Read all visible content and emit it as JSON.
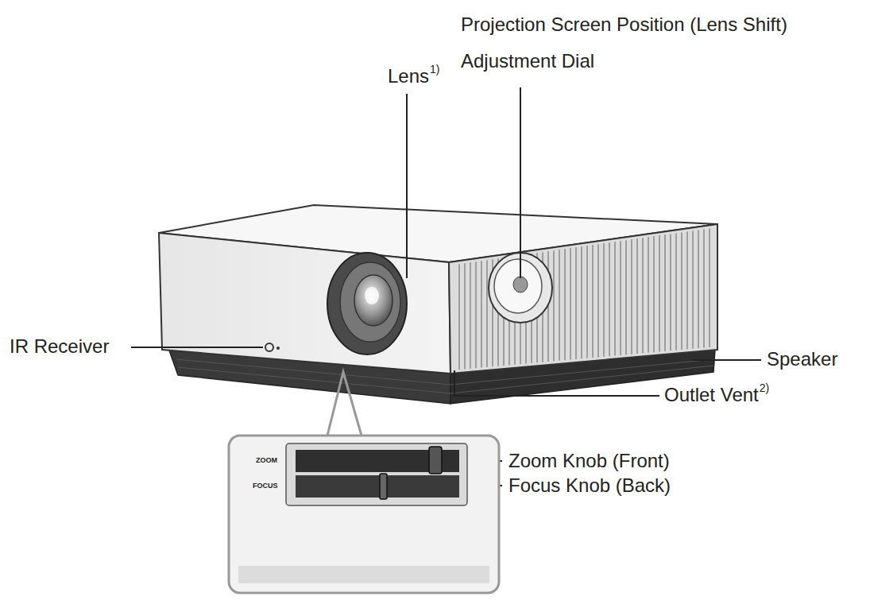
{
  "diagram": {
    "labels": [
      "Projection Screen Position (Lens Shift) Adjustment Dial",
      "Lens",
      "1)",
      "IR Receiver",
      "Speaker",
      "Outlet Vent",
      "2)",
      "ZOOM",
      "FOCUS",
      "Zoom Knob (Front)",
      "Focus Knob (Back)"
    ]
  }
}
